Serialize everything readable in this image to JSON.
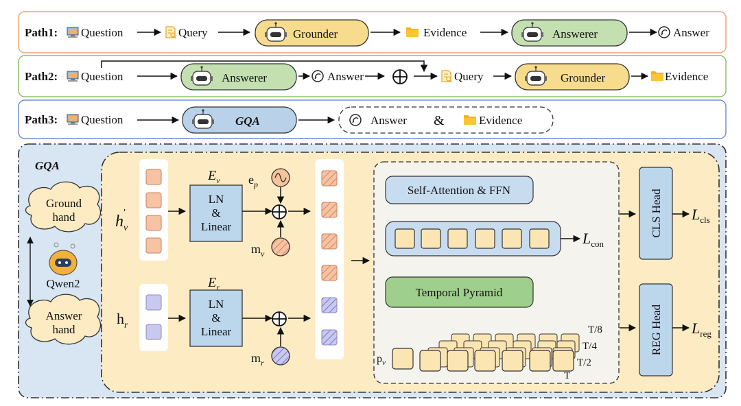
{
  "colors": {
    "path1_border": "#f0a470",
    "path2_border": "#8cc06a",
    "path3_border": "#6f8fd6",
    "grounder_fill": "#f7dc8e",
    "answerer_fill": "#c4e0b1",
    "gqa_fill": "#b9d2ea",
    "panel_bg": "#d8e5f2",
    "inner_bg": "#fdebc3",
    "ln_fill": "#bcd6ec",
    "orange_token": "#f6c3a4",
    "purple_token": "#c9c8ee",
    "yellow_token": "#fbe6b3",
    "green_box": "#9fcf8c",
    "blue_box": "#c8dcef"
  },
  "paths": {
    "path1": {
      "label": "Path1:",
      "question": "Question",
      "query": "Query",
      "grounder": "Grounder",
      "evidence": "Evidence",
      "answerer": "Answerer",
      "answer": "Answer"
    },
    "path2": {
      "label": "Path2:",
      "question": "Question",
      "answerer": "Answerer",
      "answer": "Answer",
      "query": "Query",
      "grounder": "Grounder",
      "evidence": "Evidence"
    },
    "path3": {
      "label": "Path3:",
      "question": "Question",
      "gqa": "GQA",
      "answer": "Answer",
      "amp": "&",
      "evidence": "Evidence"
    }
  },
  "gqa_panel": {
    "title": "GQA",
    "ground_hand": [
      "Ground",
      "hand"
    ],
    "answer_hand": [
      "Answer",
      "hand"
    ],
    "model": "Qwen2",
    "hv": "h",
    "hv_sub": "v",
    "hv_prime": "'",
    "hr": "h",
    "hr_sub": "r",
    "ev": "E",
    "ev_sub": "v",
    "er": "E",
    "er_sub": "r",
    "ln_linear": [
      "LN",
      "&",
      "Linear"
    ],
    "ep": "e",
    "ep_sub": "p",
    "mv": "m",
    "mv_sub": "v",
    "mr": "m",
    "mr_sub": "r",
    "self_attention": "Self-Attention & FFN",
    "lcon": "L",
    "lcon_sub": "con",
    "temporal_pyramid": "Temporal Pyramid",
    "pv": "p",
    "pv_sub": "v",
    "pyramid_labels": [
      "T/8",
      "T/4",
      "T/2",
      "T"
    ],
    "cls_head": "CLS Head",
    "reg_head": "REG Head",
    "lcls": "L",
    "lcls_sub": "cls",
    "lreg": "L",
    "lreg_sub": "reg"
  }
}
